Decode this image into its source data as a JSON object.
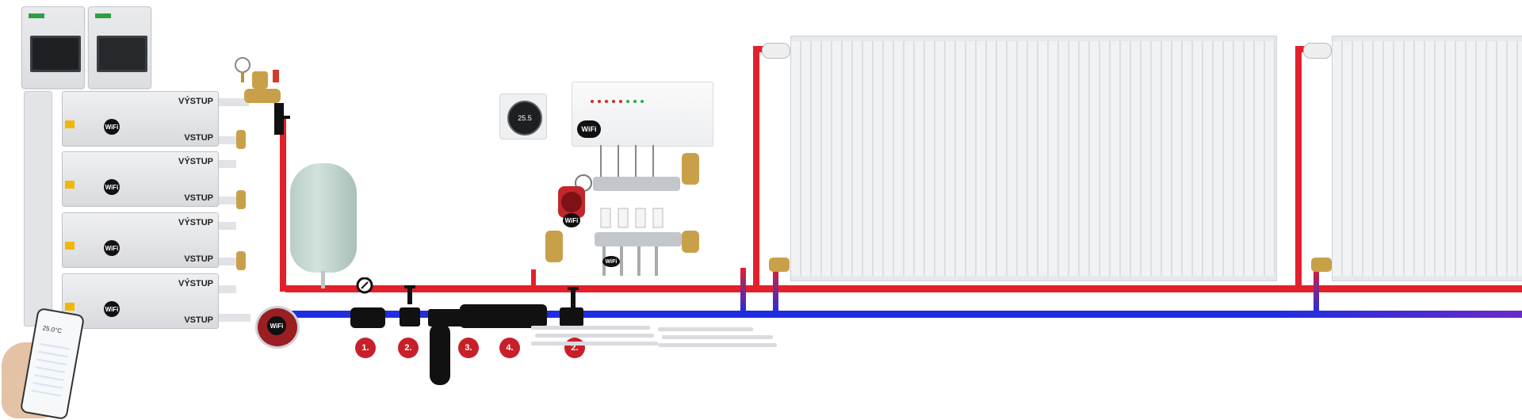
{
  "heaters": [
    {
      "out_label": "VÝSTUP",
      "in_label": "VSTUP",
      "wifi": "WiFi"
    },
    {
      "out_label": "VÝSTUP",
      "in_label": "VSTUP",
      "wifi": "WiFi"
    },
    {
      "out_label": "VÝSTUP",
      "in_label": "VSTUP",
      "wifi": "WiFi"
    },
    {
      "out_label": "VÝSTUP",
      "in_label": "VSTUP",
      "wifi": "WiFi"
    }
  ],
  "thermostat": {
    "reading": "25.5"
  },
  "controller": {
    "wifi": "WiFi"
  },
  "manifold": {
    "pump_wifi": "WiFi",
    "valve_wifi": "WiFi"
  },
  "circulation_pump": {
    "wifi": "WiFi"
  },
  "phone": {
    "temperature": "25.0°C"
  },
  "steps": [
    "1.",
    "2.",
    "3.",
    "4.",
    "2."
  ],
  "colors": {
    "flow": "#e3202a",
    "return": "#1f2ee0",
    "step_marker": "#c8202a"
  }
}
